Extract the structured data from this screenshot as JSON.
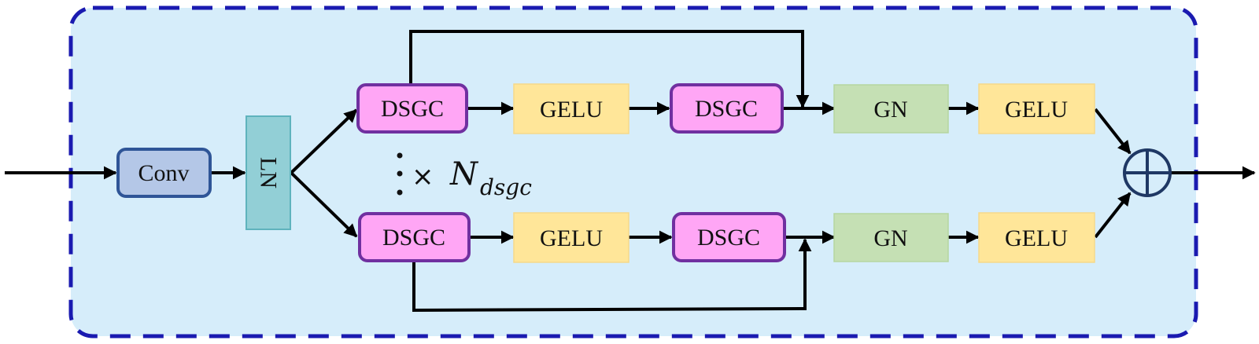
{
  "title": "Dual-branch DSGC block",
  "colors": {
    "container_fill": "#d6edfa",
    "container_border": "#1a1ab0",
    "conv_fill": "#b4c7e7",
    "conv_border": "#2f5597",
    "ln_fill": "#92cfd6",
    "ln_border": "#5fb3bd",
    "dsgc_fill": "#ffa6f5",
    "dsgc_border": "#7030a0",
    "gelu_fill": "#ffe699",
    "gn_fill": "#c5e0b4",
    "sum_stroke": "#1f3864",
    "arrow": "#000000"
  },
  "nodes": {
    "conv": "Conv",
    "ln": "LN",
    "top_dsgc_1": "DSGC",
    "top_gelu_1": "GELU",
    "top_dsgc_2": "DSGC",
    "top_gn": "GN",
    "top_gelu_2": "GELU",
    "bottom_dsgc_1": "DSGC",
    "bottom_gelu_1": "GELU",
    "bottom_dsgc_2": "DSGC",
    "bottom_gn": "GN",
    "bottom_gelu_2": "GELU",
    "sum": "⊕"
  },
  "repeat_label": {
    "times": "×",
    "symbol": "N",
    "subscript": "dsgc"
  },
  "edges": [
    [
      "input",
      "conv"
    ],
    [
      "conv",
      "ln"
    ],
    [
      "ln",
      "top_dsgc_1"
    ],
    [
      "ln",
      "bottom_dsgc_1"
    ],
    [
      "top_dsgc_1",
      "top_gelu_1"
    ],
    [
      "top_gelu_1",
      "top_dsgc_2"
    ],
    [
      "top_dsgc_2",
      "top_gn"
    ],
    [
      "top_dsgc_1",
      "top_gn",
      "skip"
    ],
    [
      "top_gn",
      "top_gelu_2"
    ],
    [
      "top_gelu_2",
      "sum"
    ],
    [
      "bottom_dsgc_1",
      "bottom_gelu_1"
    ],
    [
      "bottom_gelu_1",
      "bottom_dsgc_2"
    ],
    [
      "bottom_dsgc_2",
      "bottom_gn"
    ],
    [
      "bottom_dsgc_1",
      "bottom_gn",
      "skip"
    ],
    [
      "bottom_gn",
      "bottom_gelu_2"
    ],
    [
      "bottom_gelu_2",
      "sum"
    ],
    [
      "sum",
      "output"
    ]
  ]
}
